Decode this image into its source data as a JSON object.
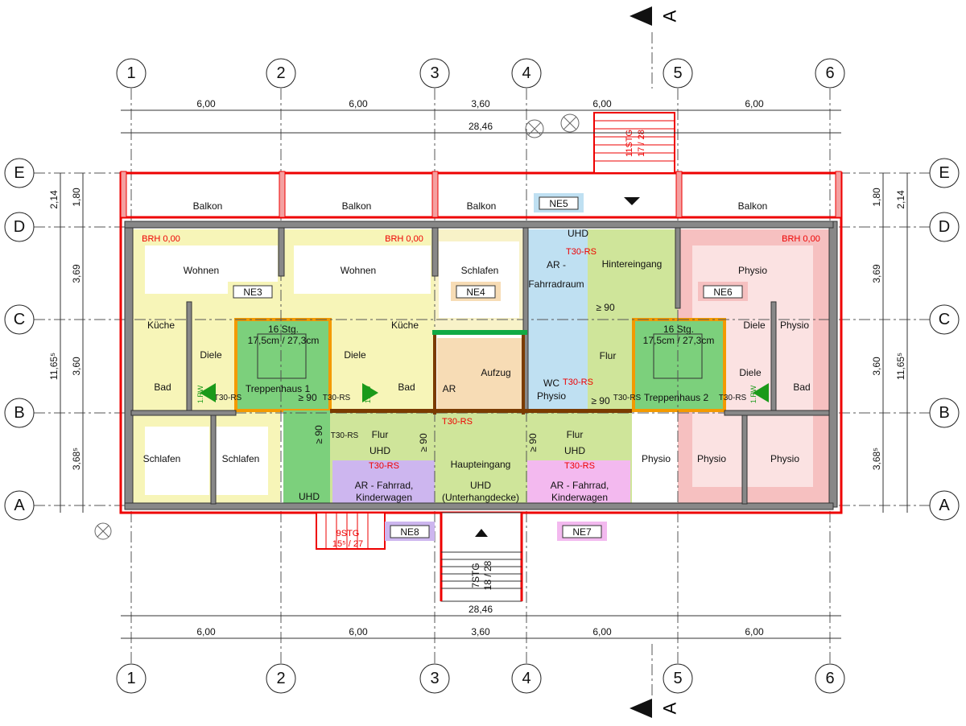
{
  "axes": {
    "columns": [
      "1",
      "2",
      "3",
      "4",
      "5",
      "6"
    ],
    "rows": [
      "E",
      "D",
      "C",
      "B",
      "A"
    ]
  },
  "section_marker": "A",
  "dimensions": {
    "top_spans": [
      "6,00",
      "6,00",
      "3,60",
      "6,00",
      "6,00"
    ],
    "total": "28,46",
    "bottom_spans": [
      "6,00",
      "6,00",
      "3,60",
      "6,00",
      "6,00"
    ],
    "left_inner": [
      "1,80",
      "3,69",
      "3,60",
      "3,68⁵"
    ],
    "left_outer": [
      "2,14",
      "11,65⁵"
    ],
    "right_inner": [
      "1,80",
      "3,69",
      "3,60",
      "3,68⁵"
    ],
    "right_outer": [
      "2,14",
      "11,65⁵"
    ]
  },
  "rooms": {
    "balkon": "Balkon",
    "wohnen": "Wohnen",
    "schlafen": "Schlafen",
    "kueche": "Küche",
    "diele": "Diele",
    "bad": "Bad",
    "treppenhaus1": "Treppenhaus 1",
    "treppenhaus2": "Treppenhaus 2",
    "stair_info_1": "16 Stg.",
    "stair_info_2": "17,5cm / 27,3cm",
    "ar": "AR",
    "aufzug": "Aufzug",
    "ar_fahrradraum_1": "AR -",
    "ar_fahrradraum_2": "Fahrradraum",
    "hintereingang": "Hintereingang",
    "flur": "Flur",
    "wc_physio_1": "WC",
    "wc_physio_2": "Physio",
    "physio": "Physio",
    "haupteingang": "Haupteingang",
    "uhd": "UHD",
    "uhd_long": "(Unterhangdecke)",
    "ar_fahrrad_1": "AR - Fahrrad,",
    "ar_fahrrad_2": "Kinderwagen"
  },
  "annotations": {
    "brh": "BRH 0,00",
    "t30": "T30-RS",
    "clearance": "≥ 90",
    "clearance_v": "≥ 90",
    "rw": "1.RW"
  },
  "units": [
    "NE3",
    "NE4",
    "NE5",
    "NE6",
    "NE7",
    "NE8"
  ],
  "stairs": {
    "rear": {
      "count": "11STG",
      "ratio": "17 / 28"
    },
    "side": {
      "count": "9STG",
      "ratio": "15⁵ / 27"
    },
    "front": {
      "count": "7STG",
      "ratio": "18 / 28"
    }
  },
  "colors": {
    "wall": "#e00000",
    "ne3": "#f7f5b8",
    "ne4": "#f7dcb5",
    "ne5": "#bfe0f2",
    "ne6": "#f6c0c0",
    "ne7": "#f3b9ef",
    "ne8": "#cdb6ef",
    "stair": "#7cd07c",
    "common": "#cfe59a"
  }
}
